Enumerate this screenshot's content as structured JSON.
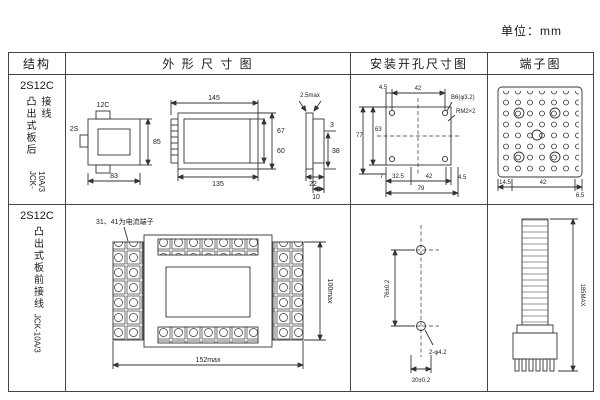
{
  "unit_label": "单位：mm",
  "headers": {
    "structure": "结构",
    "outline": "外 形 尺 寸 图",
    "mounting": "安装开孔尺寸图",
    "terminal": "端子图"
  },
  "row1": {
    "model": "2S12C",
    "mount_type": "凸出式板后接线",
    "code": "JCK-10A/3",
    "outline": {
      "front_label_top": "12C",
      "front_label_left": "2S",
      "front_width": "83",
      "front_height": "85",
      "side_top": "145",
      "side_bottom": "135",
      "side_right_outer": "67",
      "side_right_inner": "60",
      "end_thickness": "2.5max",
      "end_dim_a": "22",
      "end_dim_b": "10",
      "end_dim_c": "3",
      "end_dim_d": "38"
    },
    "mounting": {
      "top_a": "4.5",
      "top_b": "42",
      "note_hole": "B6(φ3.2)",
      "note_thread": "RM2×2",
      "left_outer": "77",
      "left_inner": "63",
      "bottom_a": "7",
      "bottom_b": "32.5",
      "bottom_c": "42",
      "bottom_d": "4.5",
      "bottom_total": "79"
    },
    "terminal": {
      "dim_a": "14.5",
      "dim_b": "42",
      "dim_c": "6.5"
    }
  },
  "row2": {
    "model": "2S12C",
    "mount_type": "凸出式板前接线",
    "code": "JCK-10A/3",
    "outline": {
      "note": "31、41为电流端子",
      "width": "152max",
      "height": "100max"
    },
    "mounting": {
      "height": "76±0.2",
      "holes": "2-φ4.2",
      "bottom": "20±0.2"
    },
    "terminal": {
      "height": "185MAX"
    }
  }
}
